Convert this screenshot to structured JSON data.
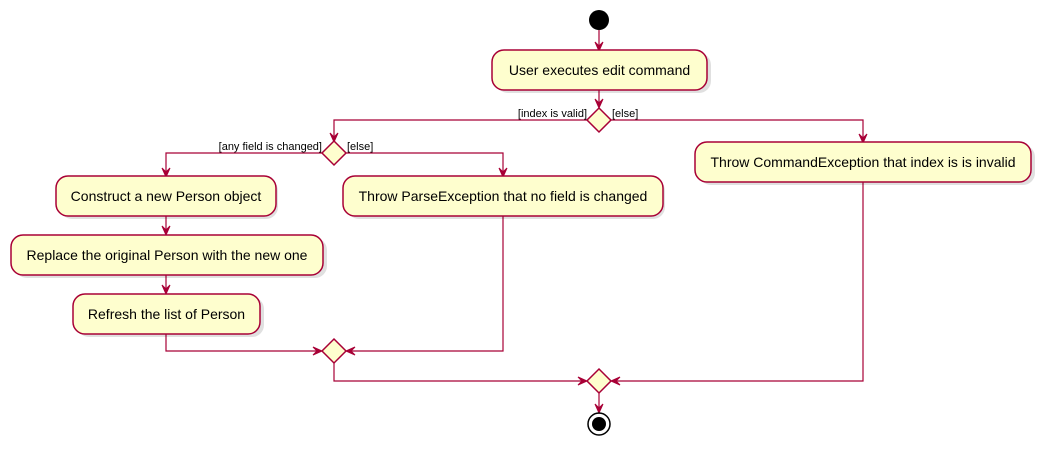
{
  "colors": {
    "node_fill": "#FEFECE",
    "border": "#A80036",
    "start_end": "#000000"
  },
  "nodes": {
    "user_executes": "User executes edit command",
    "construct_person": "Construct a new Person object",
    "replace_person": "Replace the original Person with the new one",
    "refresh_list": "Refresh the list of Person",
    "throw_parse": "Throw ParseException that no field is changed",
    "throw_command": "Throw CommandException that index is is invalid"
  },
  "guards": {
    "index_valid": "[index is valid]",
    "index_else": "[else]",
    "field_changed": "[any field is changed]",
    "field_else": "[else]"
  }
}
